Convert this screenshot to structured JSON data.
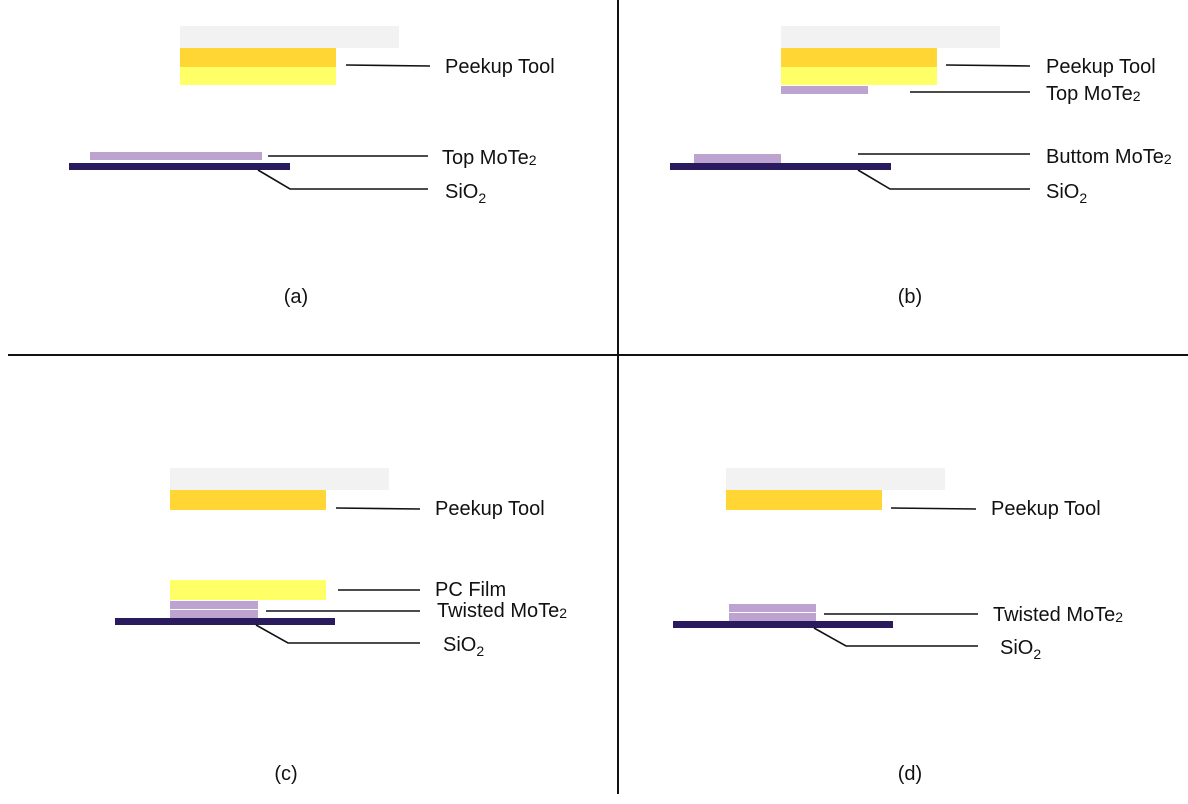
{
  "colors": {
    "tool_gray": "#f2f2f2",
    "tool_orange": "#ffd633",
    "pc_yellow": "#ffff66",
    "mote2_purple": "#bca3d0",
    "sio2_navy": "#2a1a5e",
    "leader": "#111111",
    "divider": "#111111"
  },
  "panels": {
    "a": {
      "caption": "(a)",
      "peekup_label": "Peekup Tool",
      "top_label": "Top MoTe",
      "top_sub": "2",
      "sio2_label": "SiO",
      "sio2_sub": "2"
    },
    "b": {
      "caption": "(b)",
      "peekup_label": "Peekup Tool",
      "top_label": "Top MoTe",
      "top_sub": "2",
      "bottom_label": "Buttom MoTe",
      "bottom_sub": "2",
      "sio2_label": "SiO",
      "sio2_sub": "2"
    },
    "c": {
      "caption": "(c)",
      "peekup_label": "Peekup Tool",
      "pc_label": "PC Film",
      "twisted_label": "Twisted MoTe",
      "twisted_sub": "2",
      "sio2_label": "SiO",
      "sio2_sub": "2"
    },
    "d": {
      "caption": "(d)",
      "peekup_label": "Peekup Tool",
      "twisted_label": "Twisted MoTe",
      "twisted_sub": "2",
      "sio2_label": "SiO",
      "sio2_sub": "2"
    }
  }
}
